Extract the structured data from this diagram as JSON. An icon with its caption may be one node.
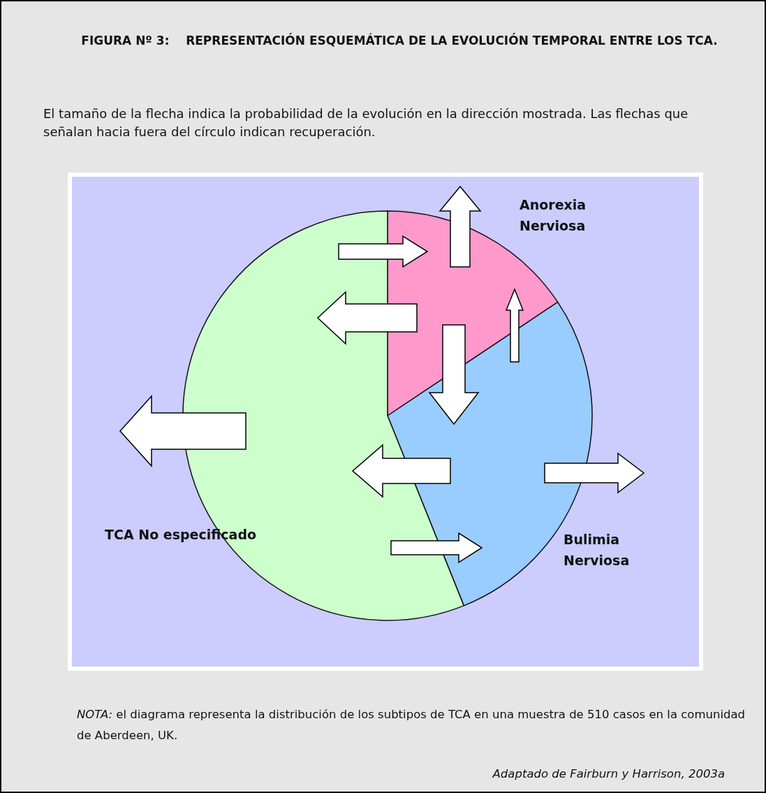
{
  "diagram": {
    "title": "FIGURA Nº 3:    REPRESENTACIÓN ESQUEMÁTICA DE LA EVOLUCIÓN TEMPORAL ENTRE LOS TCA.",
    "nodes": [
      {
        "text": [
          "Anorexia Nerviosa"
        ]
      },
      {
        "text": [
          "Bulimia Nerviosa"
        ]
      },
      {
        "text": [
          "TCA No especificado"
        ]
      }
    ],
    "edges": [
      {
        "from": 2,
        "to": 0,
        "arrow": "to"
      },
      {
        "from": 0,
        "to": null,
        "arrow": "to"
      },
      {
        "from": 0,
        "to": 2,
        "arrow": "to"
      },
      {
        "from": 1,
        "to": 0,
        "arrow": "to"
      },
      {
        "from": 0,
        "to": 1,
        "arrow": "to"
      },
      {
        "from": 2,
        "to": null,
        "arrow": "to"
      },
      {
        "from": 1,
        "to": 2,
        "arrow": "to"
      },
      {
        "from": 1,
        "to": null,
        "arrow": "to"
      },
      {
        "from": 2,
        "to": 1,
        "arrow": "to"
      }
    ],
    "labels": [
      "El tamaño de la flecha indica la probabilidad de la evolución en la dirección mostrada. Las flechas que señalan hacia fuera del círculo indican recuperación.",
      "*NOTA:* el diagrama representa la distribución de los subtipos de TCA en una muestra de 510 casos en la comunidad de Aberdeen, UK.",
      "Adaptado de Fairburn y Harrison, 2003a"
    ]
  }
}
